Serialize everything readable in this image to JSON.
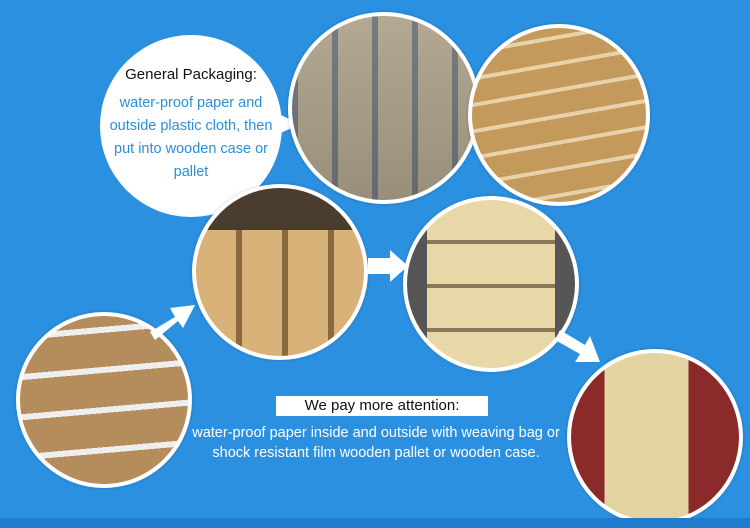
{
  "general_packaging": {
    "title": "General Packaging:",
    "text": "water-proof paper and outside plastic cloth, then put into wooden case or pallet"
  },
  "attention": {
    "title": "We pay more attention:",
    "text": "water-proof paper inside and outside with weaving bag or shock resistant film wooden pallet or wooden case."
  },
  "colors": {
    "background": "#2b90e0",
    "accent_text": "#2b8fd8"
  },
  "photos": [
    "warehouse-shelves-rolls",
    "paper-wrapped-rolls",
    "wooden-crates",
    "crates-in-container",
    "rolls-in-wooden-case",
    "loaded-shipping-container"
  ]
}
